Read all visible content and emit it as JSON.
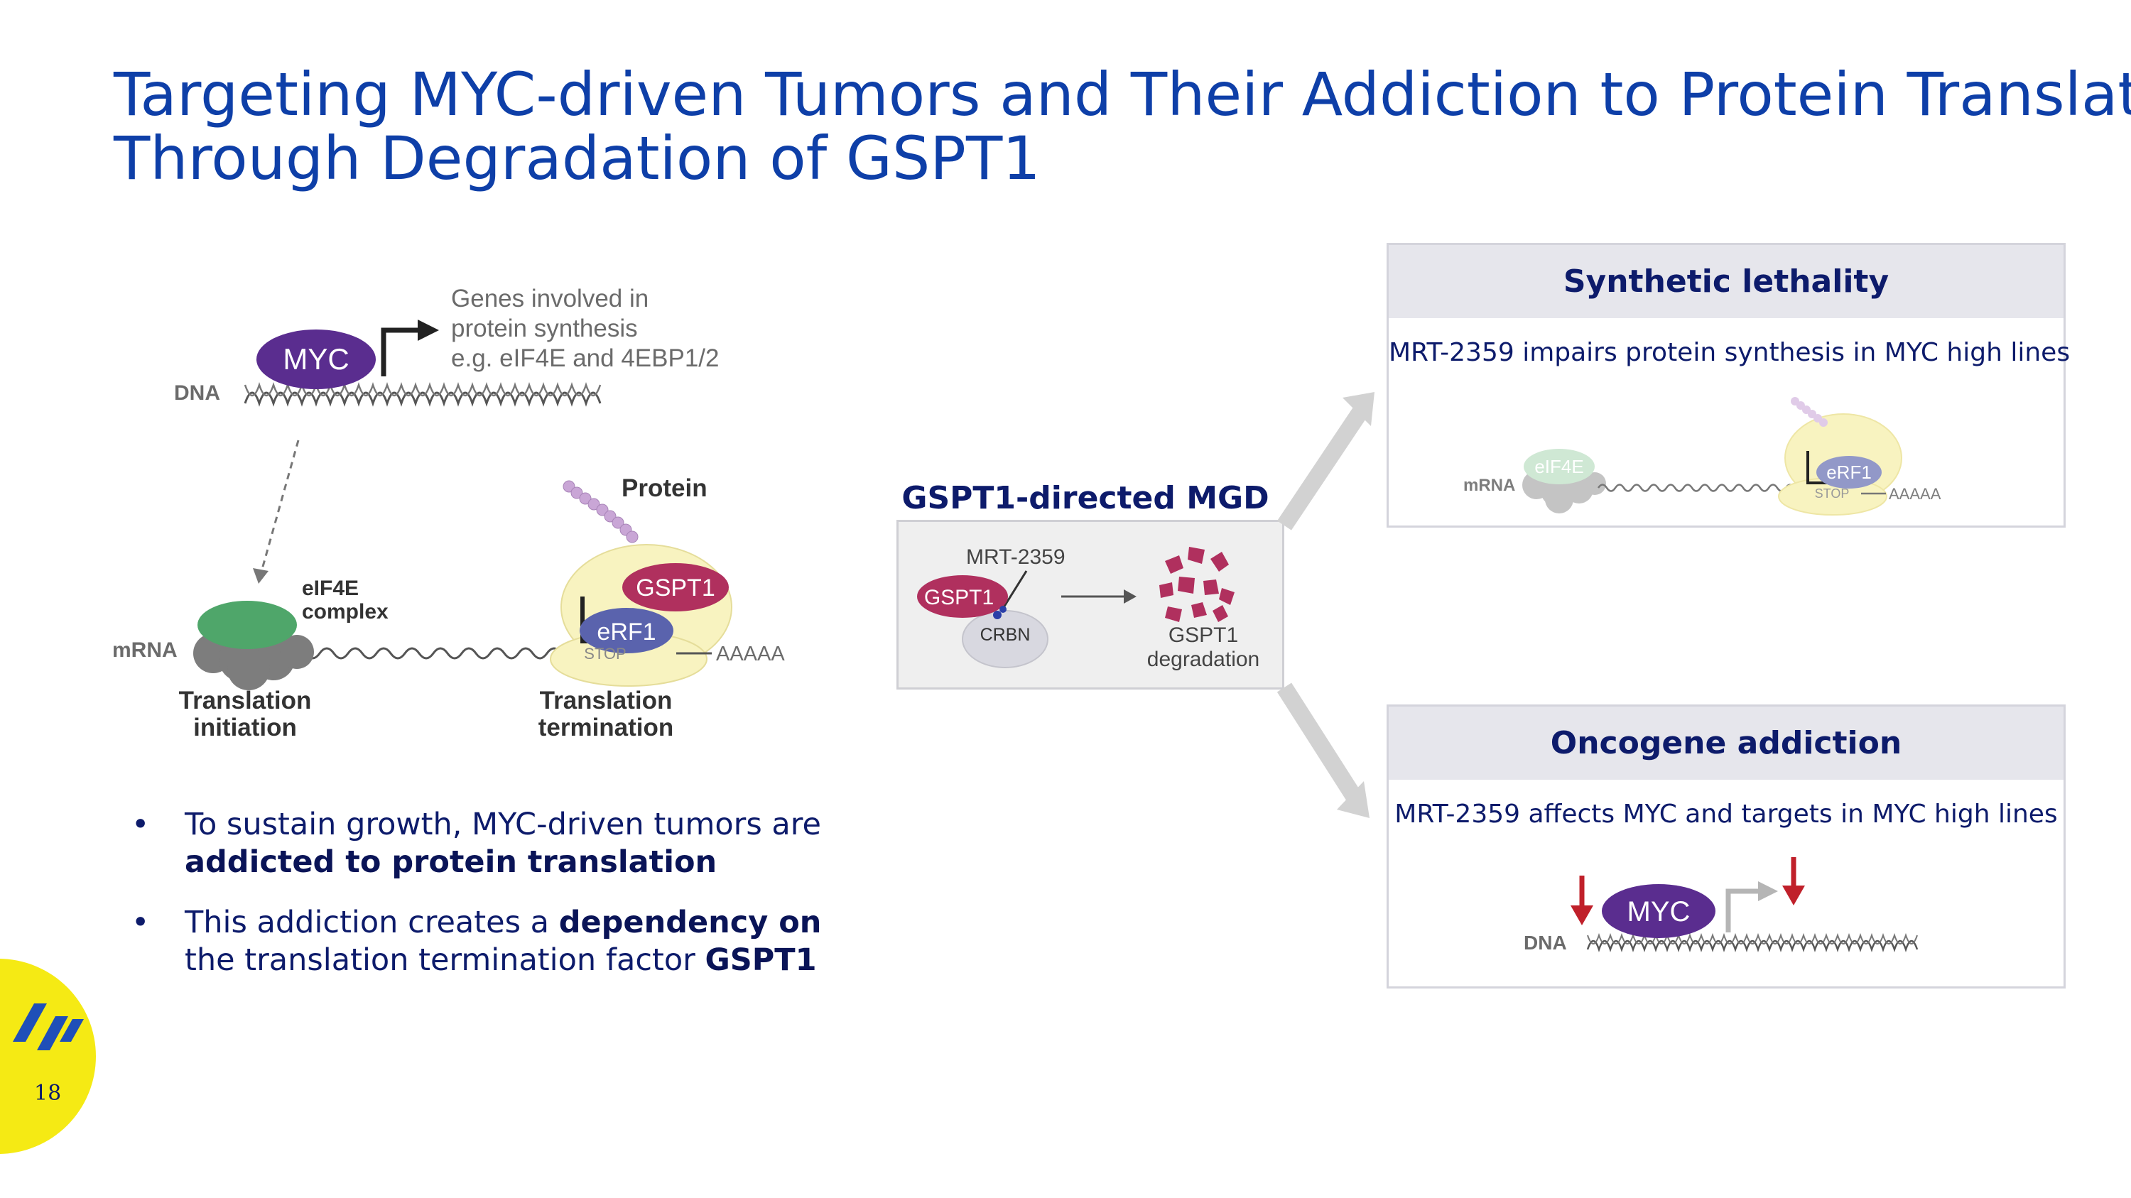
{
  "slide": {
    "title_line1": "Targeting MYC-driven Tumors and Their Addiction to Protein Translation",
    "title_line2": "Through Degradation of GSPT1",
    "page_number": "18"
  },
  "left_diagram": {
    "myc_label": "MYC",
    "dna_label": "DNA",
    "genes_line1": "Genes involved in",
    "genes_line2": "protein synthesis",
    "genes_line3": "e.g. eIF4E and 4EBP1/2",
    "protein_label": "Protein",
    "eif4e_line1": "eIF4E",
    "eif4e_line2": "complex",
    "gspt1_label": "GSPT1",
    "erf1_label": "eRF1",
    "stop_label": "STOP",
    "polya_label": "AAAAA",
    "mrna_label": "mRNA",
    "initiation_line1": "Translation",
    "initiation_line2": "initiation",
    "termination_line1": "Translation",
    "termination_line2": "termination"
  },
  "bullets": [
    {
      "plain": "To sustain growth, MYC-driven tumors are ",
      "bold": "addicted to protein translation",
      "plain2": "",
      "bold2": ""
    },
    {
      "plain": "This addiction creates a ",
      "bold": "dependency on",
      "plain2": " the translation termination factor ",
      "bold2": "GSPT1"
    }
  ],
  "mgd": {
    "title": "GSPT1-directed MGD",
    "compound": "MRT-2359",
    "gspt1": "GSPT1",
    "crbn": "CRBN",
    "result_line1": "GSPT1",
    "result_line2": "degradation"
  },
  "panel_synthetic": {
    "heading": "Synthetic lethality",
    "subtitle": "MRT-2359 impairs protein synthesis in MYC high lines",
    "mrna_label": "mRNA",
    "eif4e_label": "eIF4E",
    "erf1_label": "eRF1",
    "stop_label": "STOP",
    "polya_label": "AAAAA"
  },
  "panel_oncogene": {
    "heading": "Oncogene addiction",
    "subtitle": "MRT-2359 affects MYC and targets in MYC high lines",
    "myc_label": "MYC",
    "dna_label": "DNA"
  },
  "colors": {
    "title_blue": "#0e3fa8",
    "navy": "#0d1b6b",
    "myc_purple": "#5a2d8f",
    "gspt1_magenta": "#b0305e",
    "erf1_blue": "#5a63ad",
    "eif4e_green": "#4fa66a",
    "ribosome_grey": "#7d7d7d",
    "ribosome_yellow": "#f8f3c0",
    "down_arrow_red": "#c0202a",
    "logo_yellow": "#f5ea14",
    "logo_blue": "#1f4fb8"
  }
}
